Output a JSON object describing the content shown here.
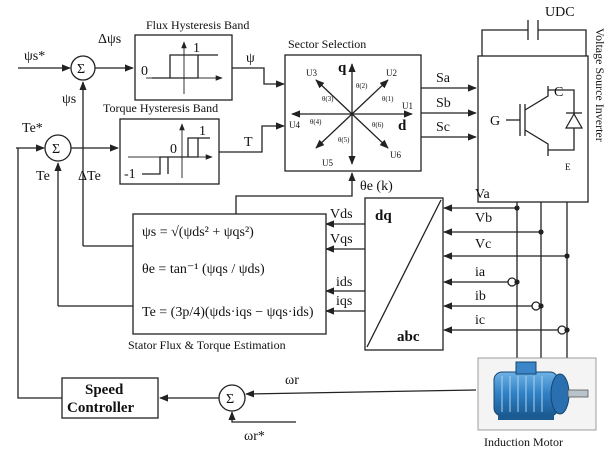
{
  "blocks": {
    "flux_band_title": "Flux Hysteresis Band",
    "torque_band_title": "Torque Hysteresis Band",
    "sector_title": "Sector Selection",
    "inverter_title": "Voltage Source Inverter",
    "estimation_title": "Stator Flux & Torque Estimation",
    "speed_controller_line1": "Speed",
    "speed_controller_line2": "Controller",
    "motor_label": "Induction Motor",
    "transform_top": "dq",
    "transform_bottom": "abc"
  },
  "signals": {
    "psi_ref": "ψs*",
    "psi_fb": "ψs",
    "delta_psi": "Δψs",
    "psi_out": "ψ",
    "te_ref": "Te*",
    "te_fb": "Te",
    "delta_te": "ΔTe",
    "t_out": "T",
    "theta": "θe (k)",
    "udc": "UDC",
    "sa": "Sa",
    "sb": "Sb",
    "sc": "Sc",
    "gate_g": "G",
    "igbt_c": "C",
    "igbt_e": "E",
    "va": "Va",
    "vb": "Vb",
    "vc": "Vc",
    "ia": "ia",
    "ib": "ib",
    "ic": "ic",
    "vds": "Vds",
    "vqs": "Vqs",
    "ids": "ids",
    "iqs": "iqs",
    "omega_r": "ωr",
    "omega_ref": "ωr*",
    "sum_symbol": "Σ"
  },
  "hysteresis": {
    "flux_one": "1",
    "flux_zero": "0",
    "torque_one": "1",
    "torque_zero": "0",
    "torque_minus_one": "-1"
  },
  "sector": {
    "q": "q",
    "d": "d",
    "u1": "U1",
    "u2": "U2",
    "u3": "U3",
    "u4": "U4",
    "u5": "U5",
    "u6": "U6",
    "th1": "θ(1)",
    "th2": "θ(2)",
    "th3": "θ(3)",
    "th4": "θ(4)",
    "th5": "θ(5)",
    "th6": "θ(6)"
  },
  "equations": {
    "flux": "ψs = √(ψds² + ψqs²)",
    "angle": "θe = tan⁻¹ (ψqs / ψds)",
    "torque": "Te = (3p/4)(ψds·iqs − ψqs·ids)"
  }
}
